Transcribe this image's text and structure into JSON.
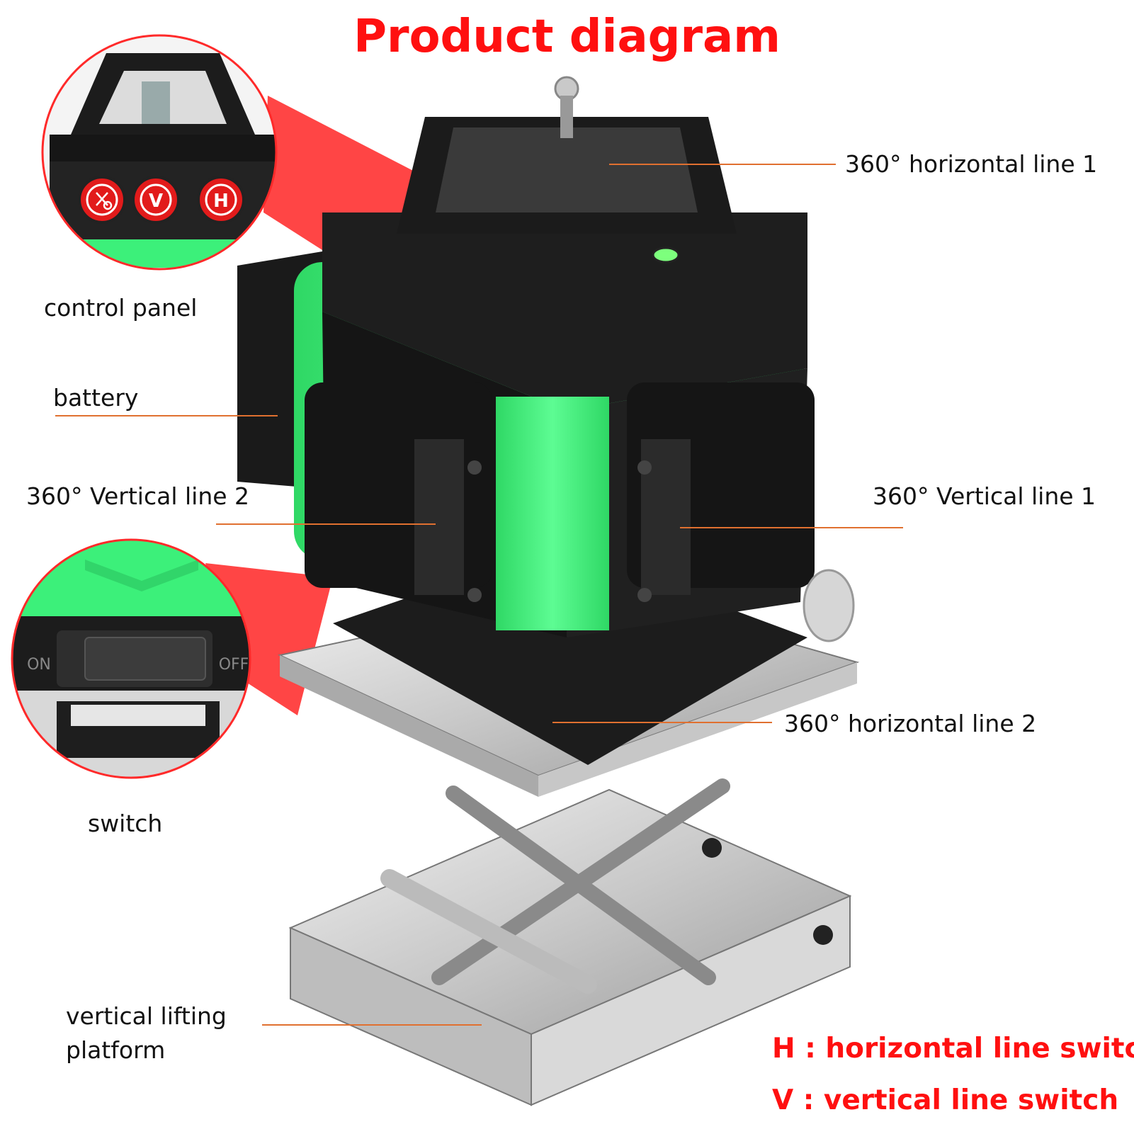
{
  "title": "Product diagram",
  "labels": {
    "horizontal_line_1": "360° horizontal line 1",
    "control_panel": "control panel",
    "battery": "battery",
    "vertical_line_2": "360° Vertical line 2",
    "vertical_line_1": "360° Vertical line 1",
    "horizontal_line_2": "360° horizontal line 2",
    "switch": "switch",
    "lifting_platform_line1": "vertical lifting",
    "lifting_platform_line2": "platform"
  },
  "control_panel_buttons": {
    "power": "power-laser-icon",
    "v": "V",
    "h": "H"
  },
  "switch_text": {
    "on": "ON",
    "off": "OFF"
  },
  "legend": {
    "h": "H : horizontal line switch",
    "v": "V : vertical line switch"
  },
  "colors": {
    "title": "#ff1010",
    "accent_green": "#3cf07a",
    "callout_red": "#ff3b3b",
    "body_black": "#1a1a1a",
    "leader_line": "#e07030"
  }
}
